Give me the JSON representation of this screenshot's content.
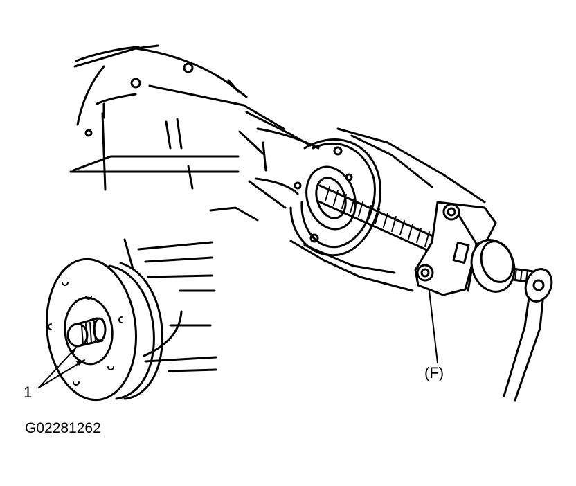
{
  "callouts": {
    "puller": "(F)",
    "item_1": "1"
  },
  "figure_code": "G02281262",
  "colors": {
    "ink": "#000000",
    "paper": "#ffffff"
  }
}
